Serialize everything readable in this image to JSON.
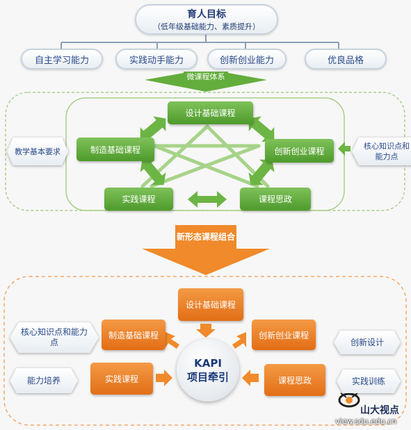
{
  "goal": {
    "title": "育人目标",
    "subtitle": "（低年级基础能力、素质提升）"
  },
  "abilities": [
    "自主学习能力",
    "实践动手能力",
    "创新创业能力",
    "优良品格"
  ],
  "micro": {
    "arrow_label": "微课程体系",
    "left_input": "教学基本要求",
    "right_input": "核心知识点和能力点",
    "courses": {
      "design": "设计基础课程",
      "manufacture": "制造基础课程",
      "innovation": "创新创业课程",
      "practice": "实践课程",
      "politics": "课程思政"
    }
  },
  "combo_label": "新形态课程组合",
  "kapi": {
    "center_line1": "KAPI",
    "center_line2": "项目牵引",
    "courses": {
      "design": "设计基础课程",
      "manufacture": "制造基础课程",
      "innovation": "创新创业课程",
      "practice": "实践课程",
      "politics": "课程思政"
    },
    "left_tags": [
      "核心知识点和能力点",
      "能力培养"
    ],
    "right_tags": [
      "创新设计",
      "实践训练"
    ]
  },
  "watermark": {
    "brand": "山大视点",
    "url": "view.sdu.edu.cn"
  },
  "colors": {
    "green": "#5aa636",
    "orange": "#ee8326",
    "navy": "#2a4a8a"
  }
}
